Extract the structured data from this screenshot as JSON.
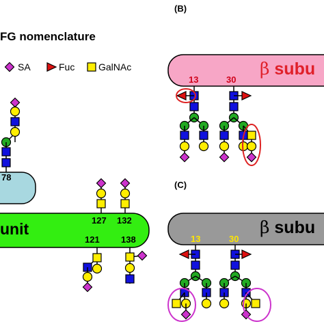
{
  "panels": {
    "b": "(B)",
    "c": "(C)"
  },
  "title": "FG nomenclature",
  "legend": {
    "sa": "SA",
    "fuc": "Fuc",
    "galnac": "GalNAc"
  },
  "sites": {
    "left_78": "78",
    "alpha_127": "127",
    "alpha_132": "132",
    "alpha_121": "121",
    "alpha_138": "138",
    "b_13": "13",
    "b_30": "30",
    "c_13": "13",
    "c_30": "30"
  },
  "labels": {
    "alpha_unit": "unit",
    "beta_symbol": "β",
    "beta_b": "subu",
    "beta_c": "subu"
  },
  "colors": {
    "sa": "#cc33cc",
    "fuc": "#dd1111",
    "galnac": "#ffee00",
    "glcnac": "#1111dd",
    "man": "#22aa22",
    "gal": "#ffee00",
    "alpha_bar": "#33ee11",
    "beta_b_bar": "#f7a6c6",
    "beta_c_bar": "#999999",
    "left_bar": "#a8d8e0",
    "highlight_red": "#dd2222",
    "highlight_magenta": "#cc33cc"
  }
}
